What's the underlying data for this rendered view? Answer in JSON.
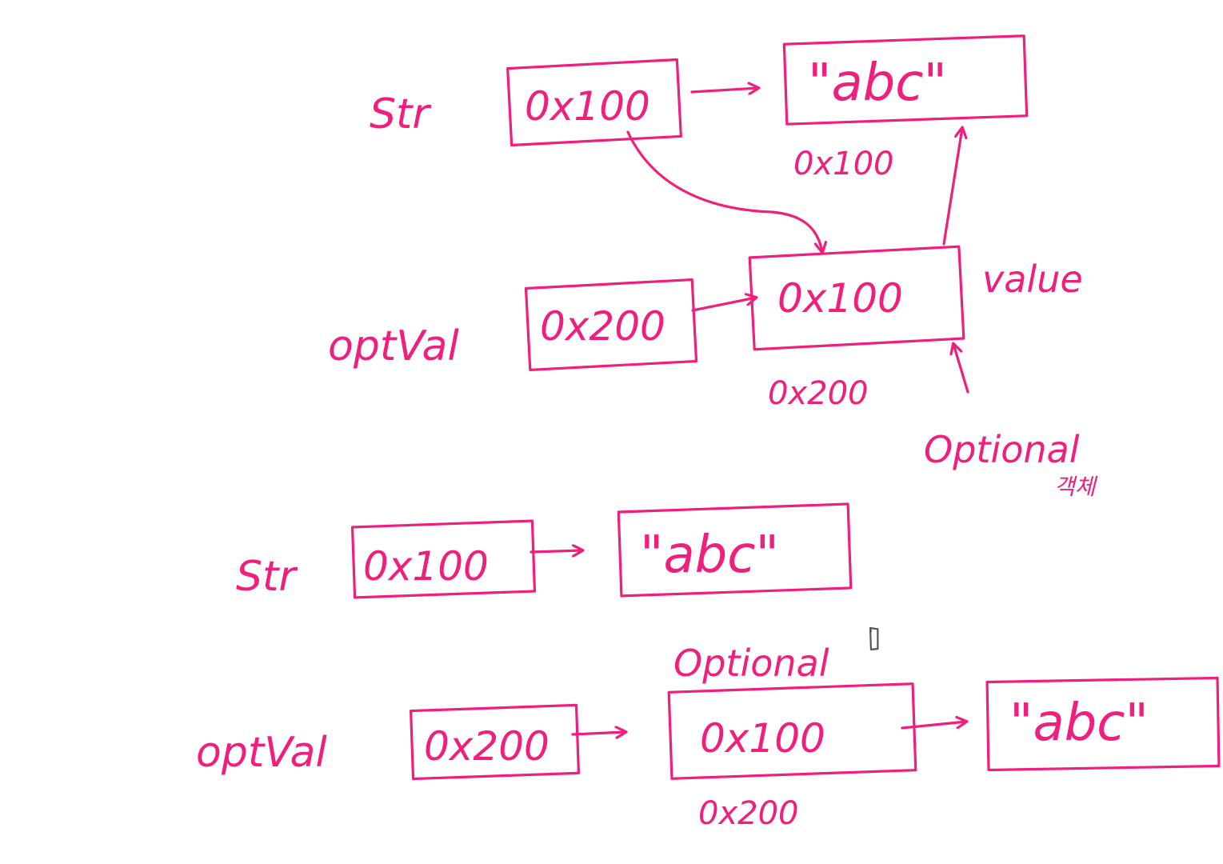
{
  "colors": {
    "ink": "#f01e7c",
    "background": "#ffffff",
    "cursor": "#555555"
  },
  "icons": {
    "cursor": "pen-cursor-icon"
  },
  "top": {
    "str_label": "Str",
    "str_box_value": "0x100",
    "string_box_value": "\"abc\"",
    "string_address": "0x100",
    "optval_label": "optVal",
    "optval_box_value": "0x200",
    "optional_box_value": "0x100",
    "optional_address": "0x200",
    "value_note": "value",
    "optional_note": "Optional",
    "optional_note_sub": "객체"
  },
  "bottom": {
    "str_label": "Str",
    "str_box_value": "0x100",
    "string_box_value": "\"abc\"",
    "optional_caption": "Optional",
    "optval_label": "optVal",
    "optval_box_value": "0x200",
    "optional_box_value": "0x100",
    "optional_address": "0x200",
    "string2_box_value": "\"abc\""
  }
}
